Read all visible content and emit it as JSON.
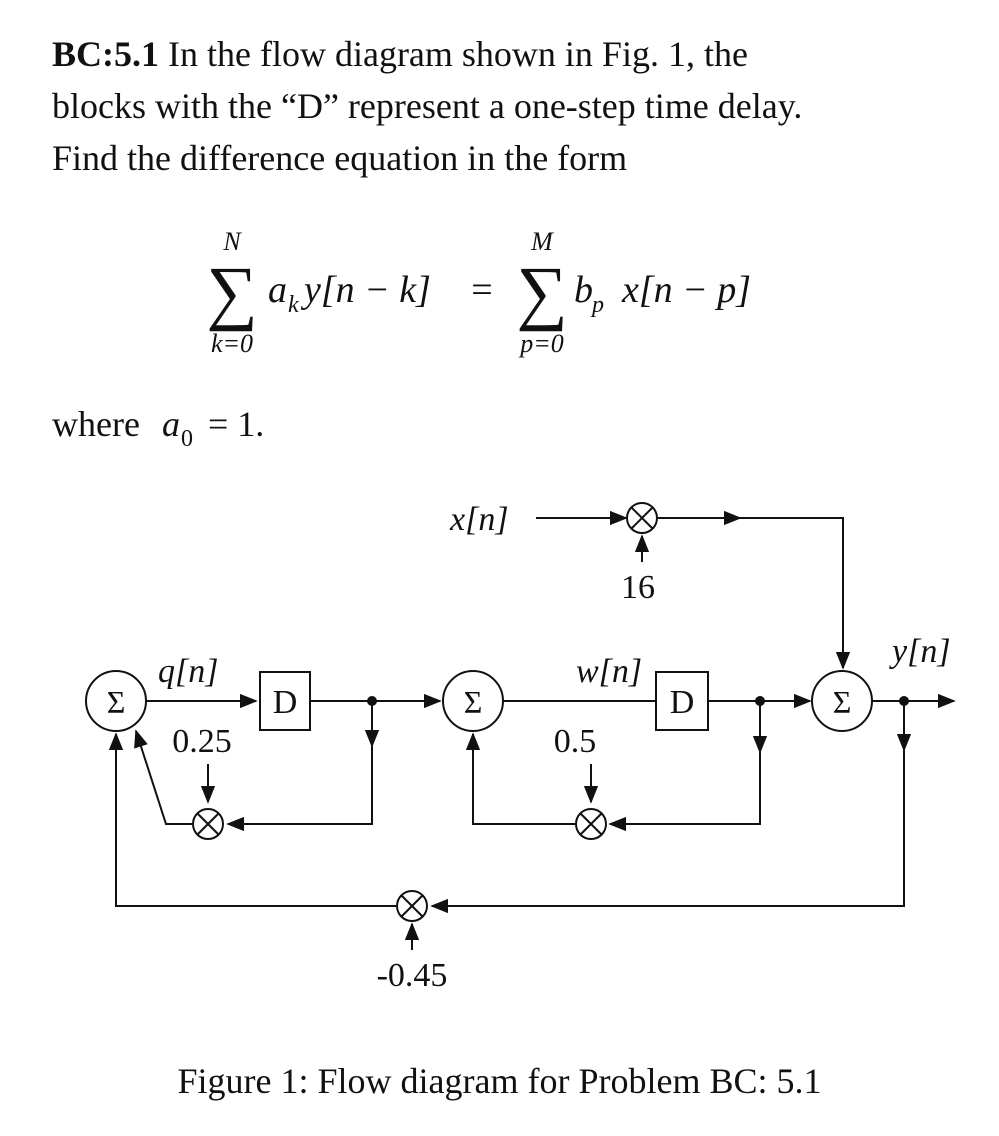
{
  "problem": {
    "label": "BC:5.1",
    "text_line1": "In the flow diagram shown in Fig. 1, the",
    "text_line2": "blocks with the “D” represent a one-step time delay.",
    "text_line3": "Find the difference equation in the form"
  },
  "equation": {
    "left_sum_top": "N",
    "left_sum_bottom": "k=0",
    "left_term_a": "a",
    "left_term_sub": "k",
    "left_term_rest": "y[n − k]",
    "equals": "=",
    "right_sum_top": "M",
    "right_sum_bottom": "p=0",
    "right_term_b": "b",
    "right_term_sub": "p",
    "right_term_rest": "x[n − p]"
  },
  "where": {
    "prefix": "where",
    "var": "a",
    "sub": "0",
    "rest": "= 1."
  },
  "diagram": {
    "input_label": "x[n]",
    "output_label": "y[n]",
    "q_label": "q[n]",
    "w_label": "w[n]",
    "delay_label": "D",
    "sum_symbol": "Σ",
    "mult_symbol": "⊗",
    "gain_input": "16",
    "gain_1": "0.25",
    "gain_2": "0.5",
    "gain_feedback": "-0.45"
  },
  "caption": "Figure 1: Flow diagram for Problem BC: 5.1"
}
